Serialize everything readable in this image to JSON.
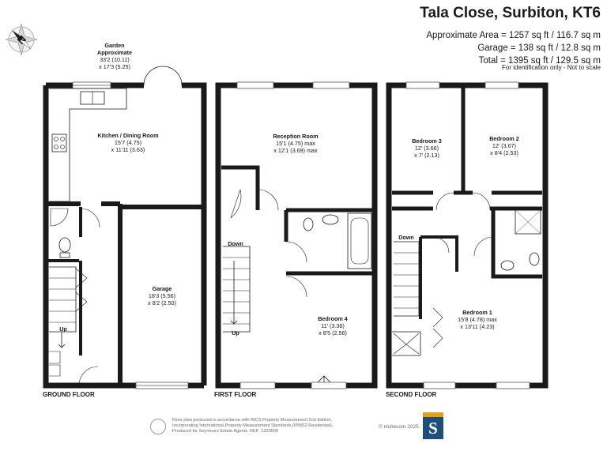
{
  "header": {
    "title": "Tala Close, Surbiton, KT6",
    "area_lines": [
      "Approximate Area = 1257 sq ft / 116.7 sq m",
      "Garage = 138 sq ft / 12.8 sq m",
      "Total = 1395 sq ft / 129.5 sq m"
    ],
    "note": "For identification only - Not to scale"
  },
  "compass": {
    "letter": "N"
  },
  "floors": {
    "ground": "GROUND FLOOR",
    "first": "FIRST FLOOR",
    "second": "SECOND FLOOR"
  },
  "rooms": {
    "garden": {
      "name": "Garden",
      "line2": "Approximate",
      "line3": "33'2 (10.11)",
      "line4": "x 17'3 (5.25)"
    },
    "kitchen": {
      "name": "Kitchen / Dining Room",
      "line2": "15'7 (4.75)",
      "line3": "x 11'11 (3.63)"
    },
    "garage": {
      "name": "Garage",
      "line2": "18'3 (5.56)",
      "line3": "x 8'2 (2.50)"
    },
    "reception": {
      "name": "Reception Room",
      "line2": "15'1 (4.75) max",
      "line3": "x 12'1 (3.69) max"
    },
    "bed4": {
      "name": "Bedroom 4",
      "line2": "11' (3.36)",
      "line3": "x 8'5 (2.56)"
    },
    "bed3": {
      "name": "Bedroom 3",
      "line2": "12' (3.66)",
      "line3": "x 7' (2.13)"
    },
    "bed2": {
      "name": "Bedroom 2",
      "line2": "12' (3.67)",
      "line3": "x 8'4 (2.53)"
    },
    "bed1": {
      "name": "Bedroom 1",
      "line2": "15'8 (4.78) max",
      "line3": "x 13'11 (4.23)"
    }
  },
  "stairs": {
    "ground_up": "Up",
    "first_down": "Down",
    "first_up": "Up",
    "second_down": "Down"
  },
  "footer": {
    "lines": [
      "Floor plan produced in accordance with RICS Property Measurement 2nd Edition,",
      "Incorporating International Property Measurement Standards (IPMS2 Residential).",
      "Produced for Seymours Estate Agents.   REF: 1333509"
    ],
    "copyright": "© nichecom 2025.",
    "logo_letter": "S"
  }
}
